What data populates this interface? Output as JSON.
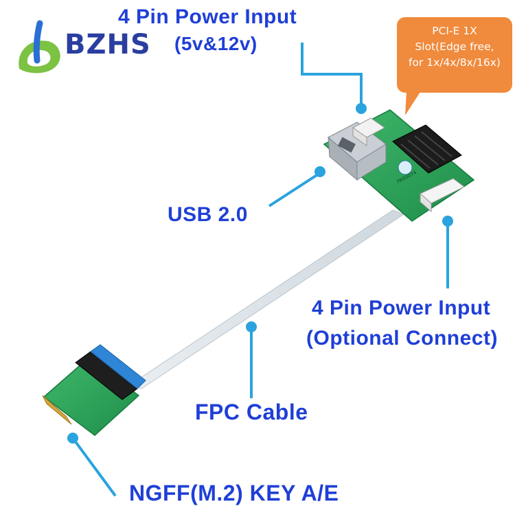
{
  "brand": {
    "name": "BZHS",
    "colors": {
      "blue": "#2a3ea0",
      "green": "#7cc243",
      "accent": "#1f3fd6",
      "callout": "#f08a3c",
      "pointer": "#2aa3de"
    }
  },
  "labels": {
    "power_top_line1": "4 Pin Power Input",
    "power_top_line2": "(5v&12v)",
    "usb": "USB 2.0",
    "power_optional_line1": "4 Pin Power Input",
    "power_optional_line2": "(Optional Connect)",
    "fpc": "FPC Cable",
    "ngff": "NGFF(M.2) KEY A/E"
  },
  "callout": {
    "line1": "PCI-E 1X",
    "line2": "Slot(Edge free,",
    "line3": "for 1x/4x/8x/16x)"
  },
  "board_print": "PA00074"
}
